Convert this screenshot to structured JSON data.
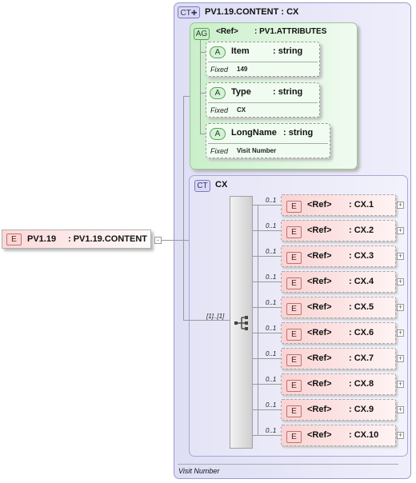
{
  "root": {
    "badge": "E",
    "name": "PV1.19",
    "type": ": PV1.19.CONTENT",
    "expander": "-"
  },
  "content_type": {
    "badge": "CT",
    "title": "PV1.19.CONTENT : CX",
    "footer": "Visit Number"
  },
  "attribute_group": {
    "badge": "AG",
    "ref": "<Ref>",
    "type": ": PV1.ATTRIBUTES"
  },
  "attributes": [
    {
      "badge": "A",
      "name": "Item",
      "type": ": string",
      "fixed_label": "Fixed",
      "fixed_value": "149"
    },
    {
      "badge": "A",
      "name": "Type",
      "type": ": string",
      "fixed_label": "Fixed",
      "fixed_value": "CX"
    },
    {
      "badge": "A",
      "name": "LongName",
      "type": ": string",
      "fixed_label": "Fixed",
      "fixed_value": "Visit Number"
    }
  ],
  "complex_type": {
    "badge": "CT",
    "name": "CX"
  },
  "sequence": {
    "occurrence": "[1]..[1]",
    "icon": "sequence-icon"
  },
  "elements": [
    {
      "badge": "E",
      "occurrence": "0..1",
      "ref": "<Ref>",
      "type": ": CX.1",
      "expander": "+"
    },
    {
      "badge": "E",
      "occurrence": "0..1",
      "ref": "<Ref>",
      "type": ": CX.2",
      "expander": "+"
    },
    {
      "badge": "E",
      "occurrence": "0..1",
      "ref": "<Ref>",
      "type": ": CX.3",
      "expander": "+"
    },
    {
      "badge": "E",
      "occurrence": "0..1",
      "ref": "<Ref>",
      "type": ": CX.4",
      "expander": "+"
    },
    {
      "badge": "E",
      "occurrence": "0..1",
      "ref": "<Ref>",
      "type": ": CX.5",
      "expander": "+"
    },
    {
      "badge": "E",
      "occurrence": "0..1",
      "ref": "<Ref>",
      "type": ": CX.6",
      "expander": "+"
    },
    {
      "badge": "E",
      "occurrence": "0..1",
      "ref": "<Ref>",
      "type": ": CX.7",
      "expander": "+"
    },
    {
      "badge": "E",
      "occurrence": "0..1",
      "ref": "<Ref>",
      "type": ": CX.8",
      "expander": "+"
    },
    {
      "badge": "E",
      "occurrence": "0..1",
      "ref": "<Ref>",
      "type": ": CX.9",
      "expander": "+"
    },
    {
      "badge": "E",
      "occurrence": "0..1",
      "ref": "<Ref>",
      "type": ": CX.10",
      "expander": "+"
    }
  ]
}
